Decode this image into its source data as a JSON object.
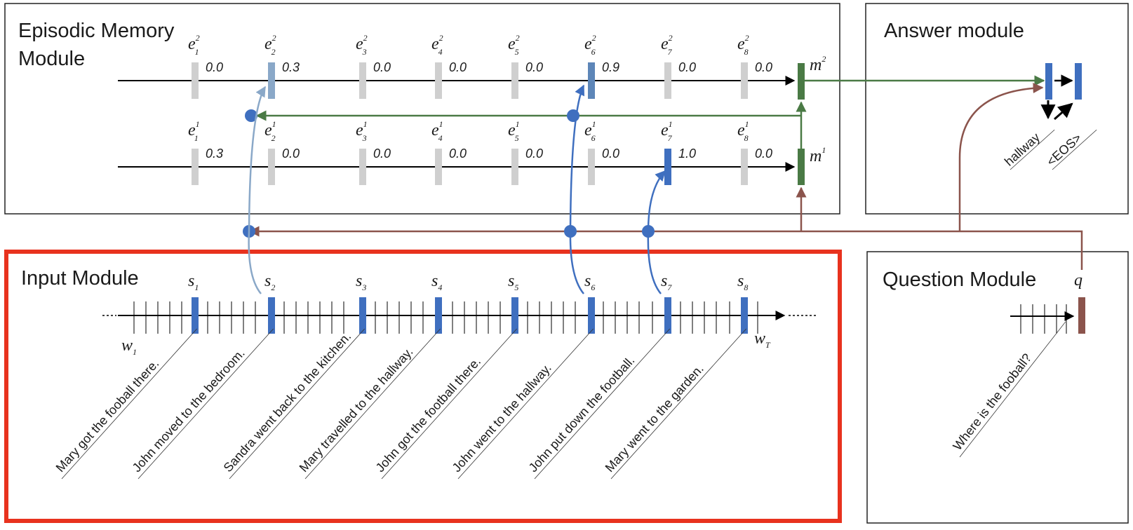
{
  "modules": {
    "episodic": {
      "title_line1": "Episodic Memory",
      "title_line2": "Module"
    },
    "answer": {
      "title": "Answer module"
    },
    "input": {
      "title": "Input Module"
    },
    "question": {
      "title": "Question Module"
    }
  },
  "episodes": {
    "pass2": {
      "symbol": "e",
      "superscript": "2",
      "subscripts": [
        "1",
        "2",
        "3",
        "4",
        "5",
        "6",
        "7",
        "8"
      ],
      "scores": [
        "0.0",
        "0.3",
        "0.0",
        "0.0",
        "0.0",
        "0.9",
        "0.0",
        "0.0"
      ],
      "memory_symbol": "m",
      "memory_superscript": "2"
    },
    "pass1": {
      "symbol": "e",
      "superscript": "1",
      "subscripts": [
        "1",
        "2",
        "3",
        "4",
        "5",
        "6",
        "7",
        "8"
      ],
      "scores": [
        "0.3",
        "0.0",
        "0.0",
        "0.0",
        "0.0",
        "0.0",
        "1.0",
        "0.0"
      ],
      "memory_symbol": "m",
      "memory_superscript": "1"
    }
  },
  "input": {
    "sentence_symbol": "s",
    "subscripts": [
      "1",
      "2",
      "3",
      "4",
      "5",
      "6",
      "7",
      "8"
    ],
    "word_first": {
      "symbol": "w",
      "subscript": "1"
    },
    "word_last": {
      "symbol": "w",
      "subscript": "T"
    },
    "sentences": [
      "Mary got the fooball there.",
      "John moved to the bedroom.",
      "Sandra went back to the kitchen.",
      "Mary travelled to the hallway.",
      "John got the football there.",
      "John went to the hallway.",
      "John put down the football.",
      "Mary went to the garden."
    ]
  },
  "question": {
    "symbol": "q",
    "text": "Where is the fooball?"
  },
  "answer": {
    "tokens": [
      "hallway",
      "<EOS>"
    ]
  },
  "colors": {
    "gray": "#cfcfcf",
    "blue": "#3f6fbf",
    "light_blue": "#8aa8c8",
    "mid_blue": "#5d86b8",
    "green": "#4a7a45",
    "brown": "#8b544c",
    "highlight": "#e8321e"
  }
}
